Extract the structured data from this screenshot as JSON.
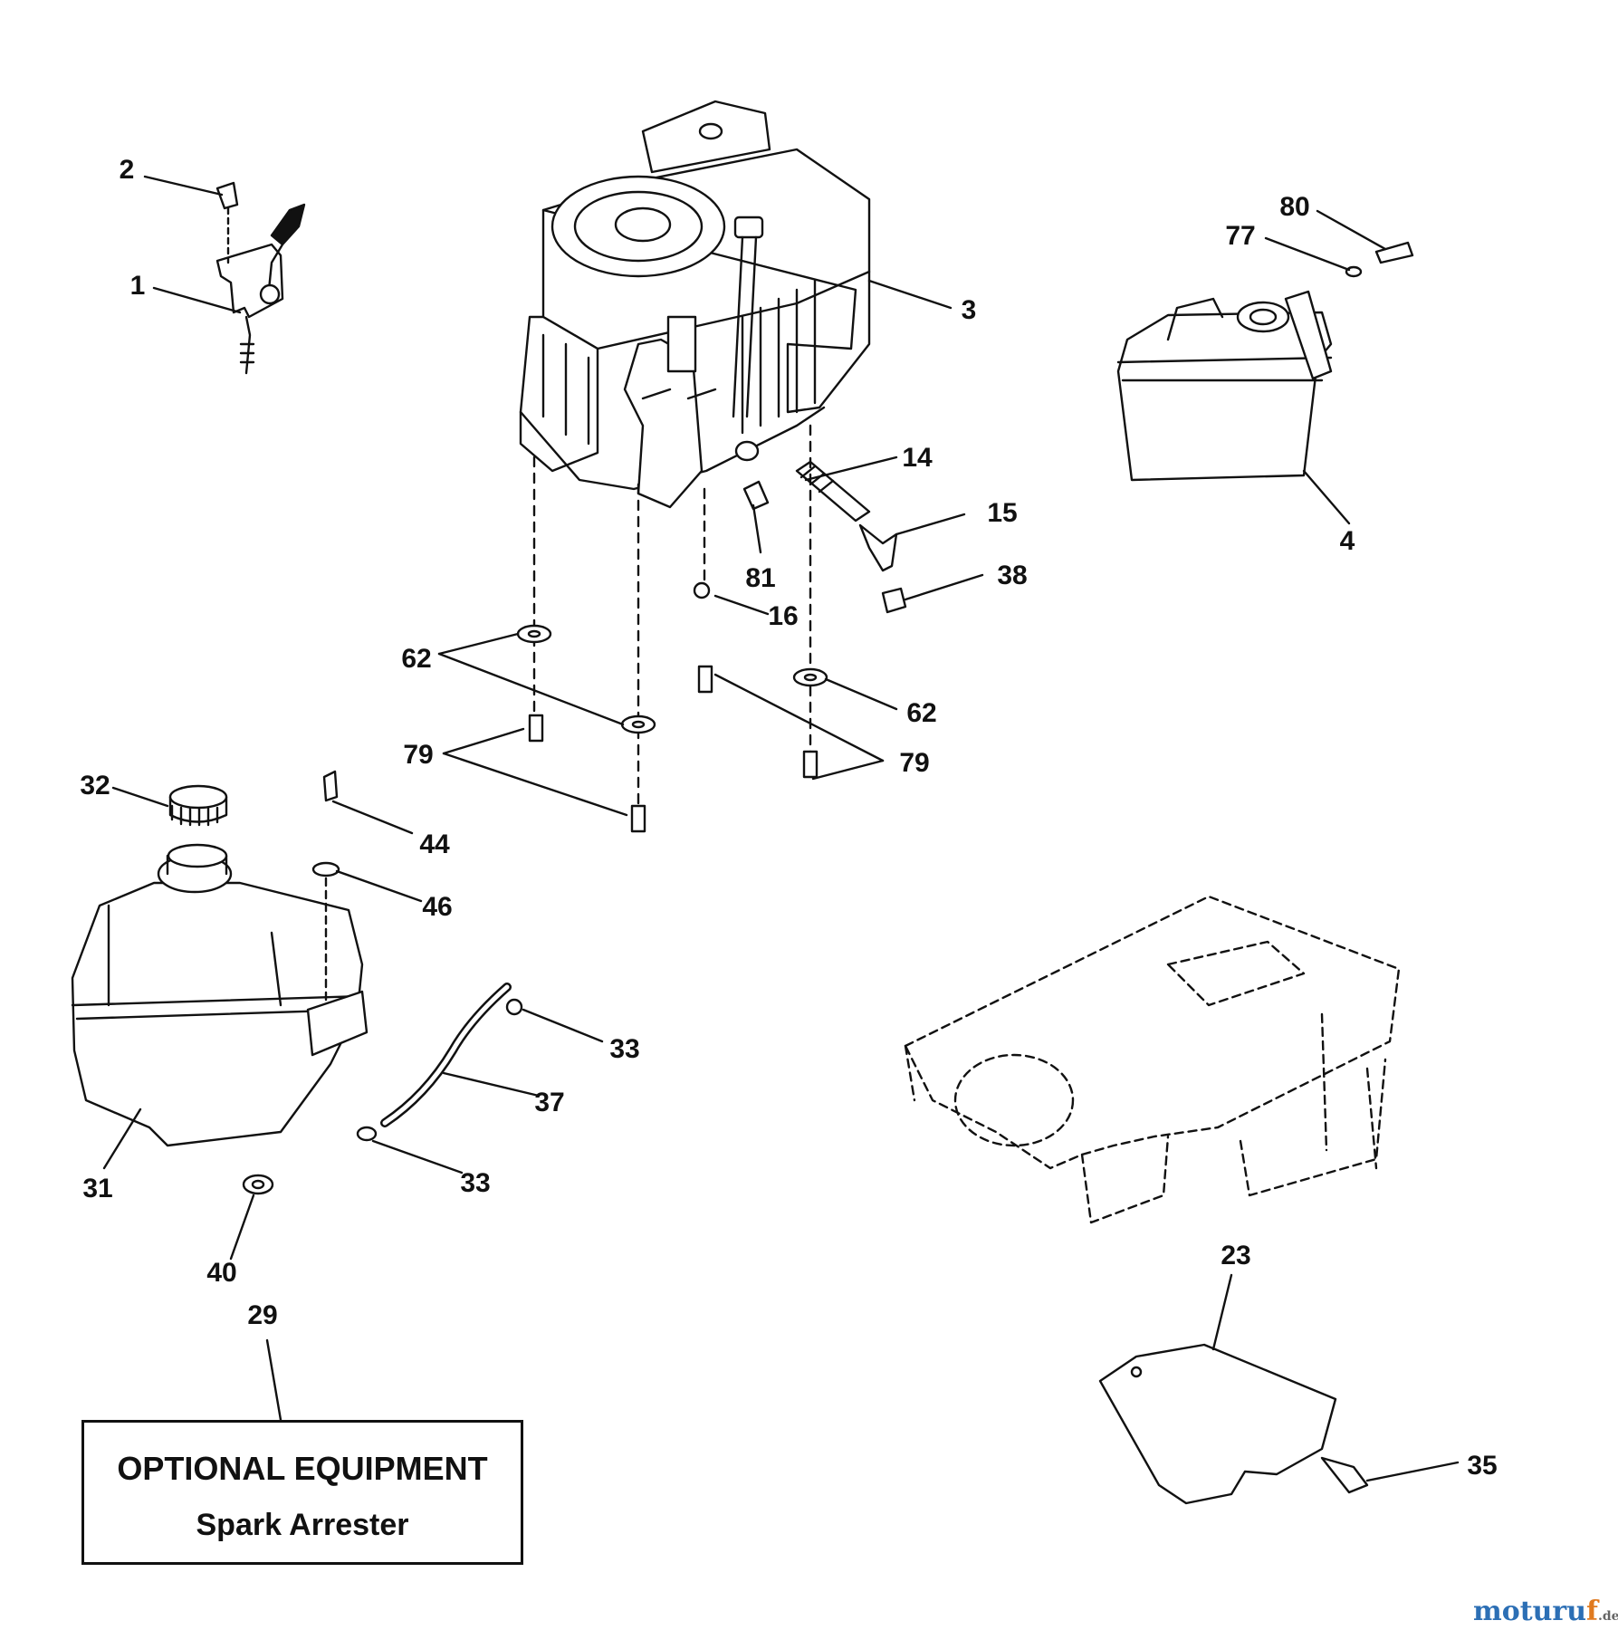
{
  "callouts": [
    "2",
    "1",
    "3",
    "80",
    "77",
    "4",
    "14",
    "15",
    "81",
    "16",
    "38",
    "62",
    "62",
    "79",
    "79",
    "32",
    "44",
    "46",
    "33",
    "37",
    "31",
    "33",
    "40",
    "29",
    "23",
    "35"
  ],
  "optional_box": {
    "title": "OPTIONAL EQUIPMENT",
    "subtitle": "Spark Arrester"
  },
  "watermark": {
    "main": "moturu",
    "accent": "f",
    "suffix": ".de"
  }
}
